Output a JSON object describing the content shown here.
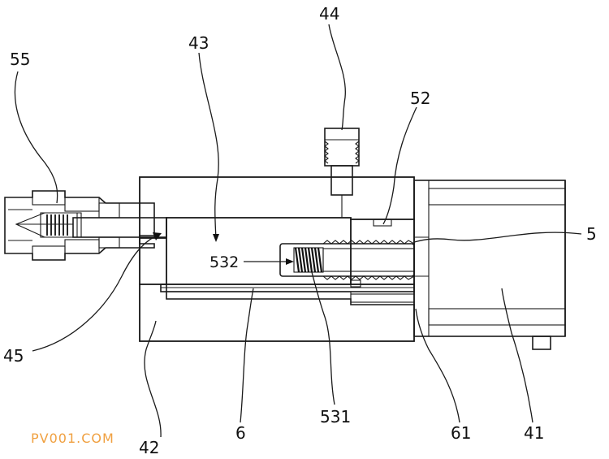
{
  "labels": {
    "n55": "55",
    "n43": "43",
    "n44": "44",
    "n52": "52",
    "n5": "5",
    "n532": "532",
    "n45": "45",
    "n42": "42",
    "n6": "6",
    "n531": "531",
    "n61": "61",
    "n41": "41"
  },
  "watermark": {
    "text": "PV001.COM",
    "color": "#f0a040"
  },
  "colors": {
    "ink": "#1a1a1a",
    "background": "#ffffff"
  }
}
